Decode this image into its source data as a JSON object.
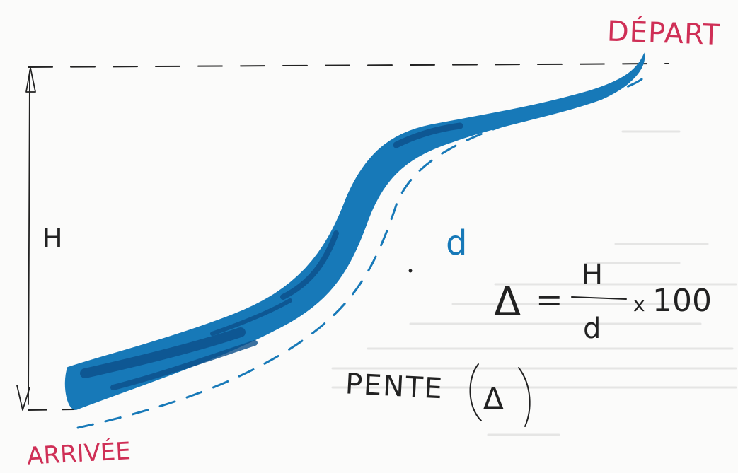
{
  "labels": {
    "start": "DÉPART",
    "finish": "ARRIVÉE",
    "height": "H",
    "distance": "d",
    "slope_label": "PENTE",
    "slope_symbol": "Δ"
  },
  "formula": {
    "lhs": "Δ",
    "equals": "=",
    "numerator": "H",
    "denominator": "d",
    "times": "x",
    "factor": "100"
  },
  "colors": {
    "ink_red": "#cf2f56",
    "ink_blue": "#1779b8",
    "ink_blue_dark": "#0c4f8a",
    "pencil": "#222222"
  }
}
